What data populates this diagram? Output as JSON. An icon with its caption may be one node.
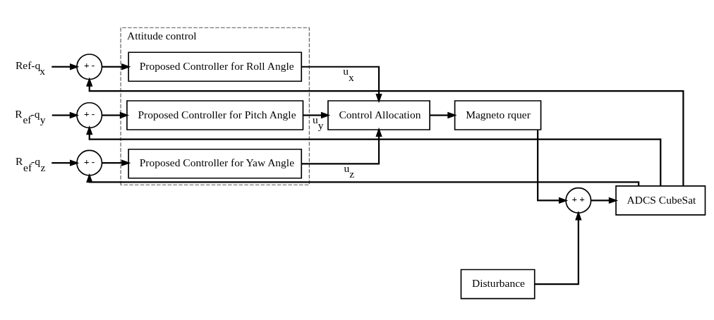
{
  "diagram": {
    "nodes": [
      {
        "text": [
          "Ref-q$_{x}$"
        ]
      },
      {
        "text": [
          "+",
          "-"
        ]
      },
      {
        "text": [
          "Attitude control"
        ]
      },
      {
        "text": [
          "Proposed Controller for Roll Angle"
        ],
        "in": 2
      },
      {
        "text": [
          "Proposed Controller for Pitch Angle"
        ],
        "in": 2
      },
      {
        "text": [
          "Proposed Controller for Yaw Angle"
        ],
        "in": 2
      },
      {
        "text": [
          "R$_{ef}$-q$_{y}$"
        ]
      },
      {
        "text": [
          "+",
          "-"
        ]
      },
      {
        "text": [
          "R$_{ef}$-q$_{z}$"
        ]
      },
      {
        "text": [
          "+",
          "-"
        ]
      },
      {
        "text": [
          "Control Allocation"
        ]
      },
      {
        "text": [
          "Magneto rquer"
        ]
      },
      {
        "text": [
          "Disturbance"
        ]
      },
      {
        "text": [
          "+",
          "+"
        ]
      },
      {
        "text": [
          "ADCS CubeSat"
        ]
      }
    ],
    "edges": [
      {
        "from": 0,
        "to": 1,
        "arrow": "to"
      },
      {
        "from": 1,
        "to": 3,
        "arrow": "to"
      },
      {
        "from": 6,
        "to": 7,
        "arrow": "to"
      },
      {
        "from": 7,
        "to": 4,
        "arrow": "to"
      },
      {
        "from": 8,
        "to": 9,
        "arrow": "to"
      },
      {
        "from": 9,
        "to": 5,
        "arrow": "to"
      },
      {
        "from": 3,
        "to": 10,
        "arrow": "to",
        "label": "u$_{x}$"
      },
      {
        "from": 4,
        "to": 10,
        "arrow": "to",
        "label": "u$_{y}$"
      },
      {
        "from": 5,
        "to": 10,
        "arrow": "to",
        "label": "u$_{z}$"
      },
      {
        "from": 10,
        "to": 11,
        "arrow": "to"
      },
      {
        "from": 11,
        "to": 13,
        "arrow": "to"
      },
      {
        "from": 12,
        "to": 13,
        "arrow": "to"
      },
      {
        "from": 13,
        "to": 14,
        "arrow": "to"
      },
      {
        "from": 14,
        "to": 1,
        "arrow": "to"
      },
      {
        "from": 14,
        "to": 7,
        "arrow": "to"
      },
      {
        "from": 14,
        "to": 9,
        "arrow": "to"
      }
    ]
  }
}
